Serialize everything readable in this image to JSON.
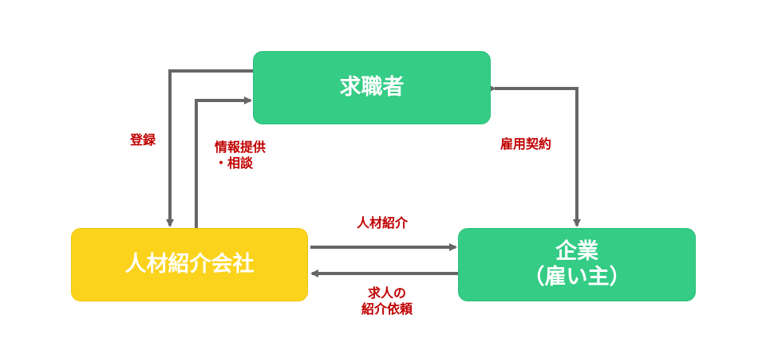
{
  "colors": {
    "green_node": "#35cc85",
    "yellow_node": "#fbd31c",
    "arrow": "#666666",
    "label_text": "#c00000"
  },
  "nodes": {
    "jobseeker": {
      "label": "求職者"
    },
    "agency": {
      "label": "人材紹介会社"
    },
    "company": {
      "line1": "企業",
      "line2": "（雇い主）"
    }
  },
  "edges": {
    "register": "登録",
    "info_line1": "情報提供",
    "info_line2": "・相談",
    "employment": "雇用契約",
    "introduction": "人材紹介",
    "request_line1": "求人の",
    "request_line2": "紹介依頼"
  }
}
